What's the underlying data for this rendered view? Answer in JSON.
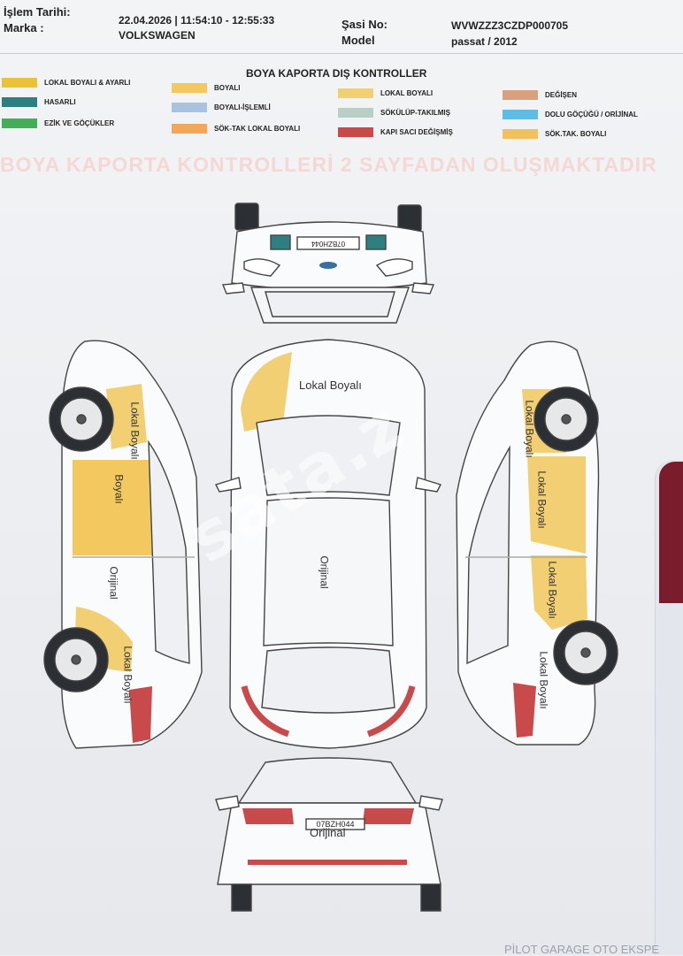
{
  "header": {
    "islem_tarihi_label": "İşlem Tarihi:",
    "islem_tarihi_value": "22.04.2026 | 11:54:10 - 12:55:33",
    "marka_label": "Marka :",
    "marka_value": "VOLKSWAGEN",
    "sasi_label": "Şasi No:",
    "sasi_value": "WVWZZZ3CZDP000705",
    "model_label": "Model",
    "model_value": "passat / 2012"
  },
  "legend": {
    "title": "BOYA KAPORTA DIŞ KONTROLLER",
    "items": [
      {
        "label": "LOKAL BOYALI & AYARLI",
        "color": "#e9c23a"
      },
      {
        "label": "BOYALI",
        "color": "#f3c85e"
      },
      {
        "label": "LOKAL BOYALI",
        "color": "#f2cf73"
      },
      {
        "label": "DEĞİŞEN",
        "color": "#d9a07e"
      },
      {
        "label": "HASARLI",
        "color": "#2e7f80"
      },
      {
        "label": "BOYALI-İŞLEMLİ",
        "color": "#a9c2dd"
      },
      {
        "label": "SÖKÜLÜP-TAKILMIŞ",
        "color": "#b9cfc6"
      },
      {
        "label": "DOLU GÖÇÜĞÜ / ORİJİNAL",
        "color": "#5fbde3"
      },
      {
        "label": "EZİK VE GÖÇÜKLER",
        "color": "#43ad5a"
      },
      {
        "label": "SÖK-TAK LOKAL BOYALI",
        "color": "#f2a85a"
      },
      {
        "label": "KAPI SACI DEĞİŞMİŞ",
        "color": "#c94a4a"
      },
      {
        "label": "SÖK.TAK. BOYALI",
        "color": "#f3c05f"
      }
    ]
  },
  "banner": "BOYA KAPORTA KONTROLLERİ 2 SAYFADAN OLUŞMAKTADIR",
  "diagram": {
    "front_plate": "07BZH044",
    "rear_plate": "07BZH044",
    "roof_label": "Orijinal",
    "hood_label": "Lokal Boyalı",
    "left_front_fender": "Lokal Boyalı",
    "left_front_door": "Boyalı",
    "left_rear_door": "Orijinal",
    "left_rear_fender": "Lokal Boyalı",
    "right_front_fender": "Lokal Boyalı",
    "right_front_door": "Lokal Boyalı",
    "right_rear_door": "Lokal Boyalı",
    "right_rear_fender": "Lokal Boyalı",
    "trunk_label": "Orijinal"
  },
  "watermark": "sata.z",
  "footer": "PİLOT GARAGE OTO EKSPE"
}
